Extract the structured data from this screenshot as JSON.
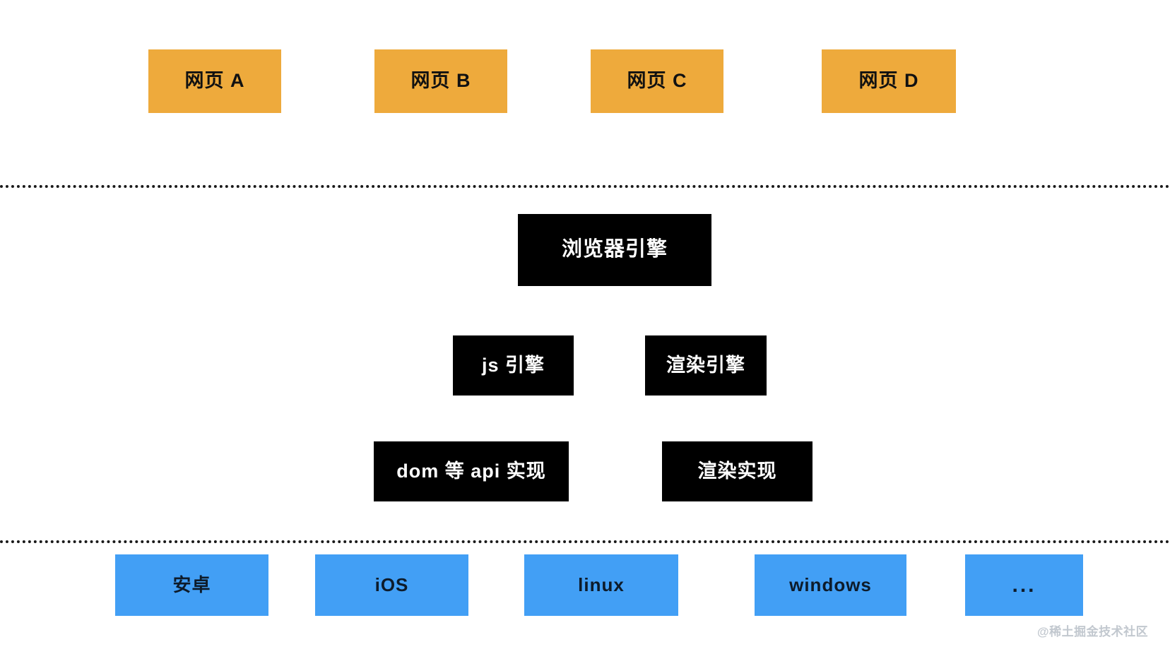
{
  "diagram": {
    "title": "browser-architecture-layers",
    "colors": {
      "web_page": "#eeaa3c",
      "engine": "#000000",
      "os": "#429ff5",
      "divider": "#1a1a1a",
      "watermark": "#c2c8cf",
      "background": "#ffffff"
    },
    "layers": {
      "web_pages": {
        "items": [
          {
            "label": "网页 A"
          },
          {
            "label": "网页 B"
          },
          {
            "label": "网页 C"
          },
          {
            "label": "网页 D"
          }
        ]
      },
      "browser_engine": {
        "root": {
          "label": "浏览器引擎"
        },
        "engines": [
          {
            "label": "js 引擎"
          },
          {
            "label": "渲染引擎"
          }
        ],
        "implementations": [
          {
            "label": "dom 等 api 实现"
          },
          {
            "label": "渲染实现"
          }
        ]
      },
      "operating_systems": {
        "items": [
          {
            "label": "安卓"
          },
          {
            "label": "iOS"
          },
          {
            "label": "linux"
          },
          {
            "label": "windows"
          },
          {
            "label": "..."
          }
        ]
      }
    },
    "watermark": {
      "text": "@稀土掘金技术社区"
    }
  }
}
